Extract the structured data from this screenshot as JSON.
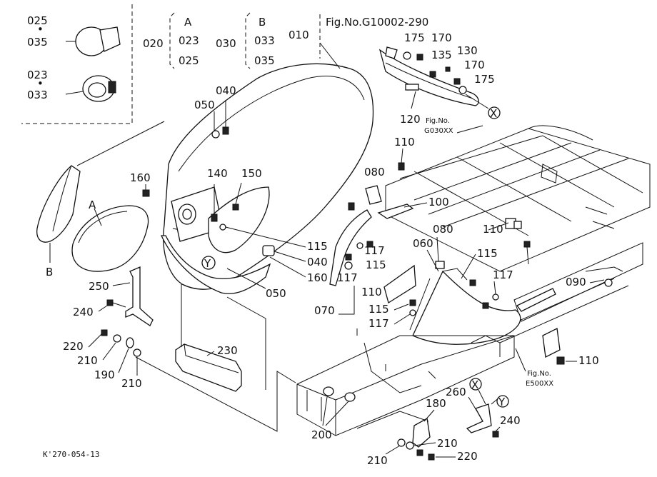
{
  "figure_no": "Fig.No.G10002-290",
  "caption": "K'270-054-13",
  "group_020": {
    "number": "020",
    "letter": "A",
    "parts": [
      "023",
      "025"
    ]
  },
  "group_030": {
    "number": "030",
    "letter": "B",
    "parts": [
      "033",
      "035"
    ]
  },
  "bulb_parts": [
    "025",
    "035"
  ],
  "socket_parts": [
    "023",
    "033"
  ],
  "callout_letters": {
    "a": "A",
    "b": "B",
    "x": "X",
    "y": "Y"
  },
  "refs": {
    "g030": [
      "Fig.No.",
      "G030XX"
    ],
    "e500": [
      "Fig.No.",
      "E500XX"
    ]
  },
  "labels": {
    "l010": "010",
    "l040a": "040",
    "l050a": "050",
    "l160a": "160",
    "l140": "140",
    "l150": "150",
    "l115a": "115",
    "l040b": "040",
    "l160b": "160",
    "l050b": "050",
    "l175a": "175",
    "l170a": "170",
    "l135": "135",
    "l130": "130",
    "l170b": "170",
    "l175b": "175",
    "l120": "120",
    "l110a": "110",
    "l080a": "080",
    "l100": "100",
    "l080b": "080",
    "l110b": "110",
    "l060": "060",
    "l117a": "117",
    "l115b": "115",
    "l117b": "117",
    "l110c": "110",
    "l070": "070",
    "l115c": "115",
    "l117c": "117",
    "l115d": "115",
    "l117d": "117",
    "l090": "090",
    "l110d": "110",
    "l250": "250",
    "l240a": "240",
    "l220a": "220",
    "l210a": "210",
    "l190": "190",
    "l210b": "210",
    "l230": "230",
    "l200": "200",
    "l260": "260",
    "l180": "180",
    "l240b": "240",
    "l210c": "210",
    "l210d": "210",
    "l220b": "220"
  }
}
